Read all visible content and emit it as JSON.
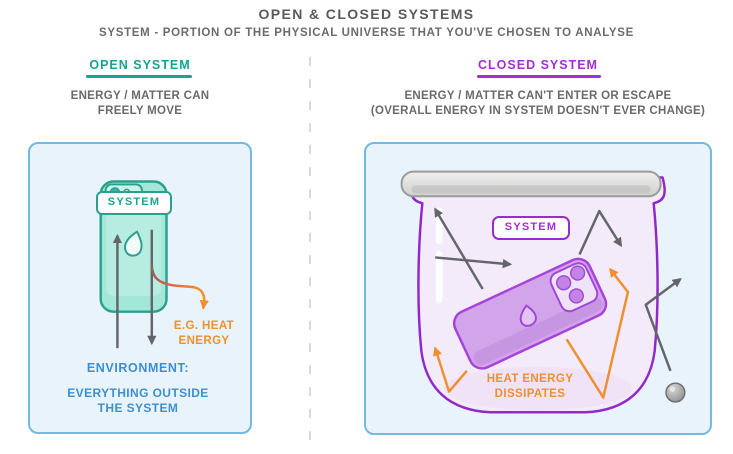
{
  "header": {
    "title": "OPEN & CLOSED SYSTEMS",
    "subtitle": "SYSTEM - PORTION OF THE PHYSICAL UNIVERSE THAT YOU'VE CHOSEN TO ANALYSE"
  },
  "open_system": {
    "heading": "OPEN SYSTEM",
    "description": [
      "ENERGY / MATTER CAN",
      "FREELY MOVE"
    ],
    "system_label": "SYSTEM",
    "heat_energy_label": [
      "E.G. HEAT",
      "ENERGY"
    ],
    "environment_heading": "ENVIRONMENT:",
    "environment_description": [
      "EVERYTHING OUTSIDE",
      "THE SYSTEM"
    ]
  },
  "closed_system": {
    "heading": "CLOSED SYSTEM",
    "description": [
      "ENERGY / MATTER CAN'T ENTER OR ESCAPE",
      "(OVERALL ENERGY IN SYSTEM DOESN'T EVER CHANGE)"
    ],
    "system_label": "SYSTEM",
    "heat_energy_label": [
      "HEAT ENERGY",
      "DISSIPATES"
    ]
  },
  "colors": {
    "open_accent_teal": "#17a392",
    "closed_accent_purple": "#a02fd8",
    "heat_orange": "#ef8f2f",
    "environment_blue": "#3d8fd1",
    "panel_background": "#e9f3fb",
    "panel_border_blue": "#74b9e2",
    "text_gray": "#696a6d",
    "arrow_gray": "#63666a",
    "phone_mint": "#a2e7d8",
    "jar_fill": "#f3eafa",
    "jar_phone_purple": "#d2a4ea",
    "lid_gray": "#d8d8d7"
  }
}
